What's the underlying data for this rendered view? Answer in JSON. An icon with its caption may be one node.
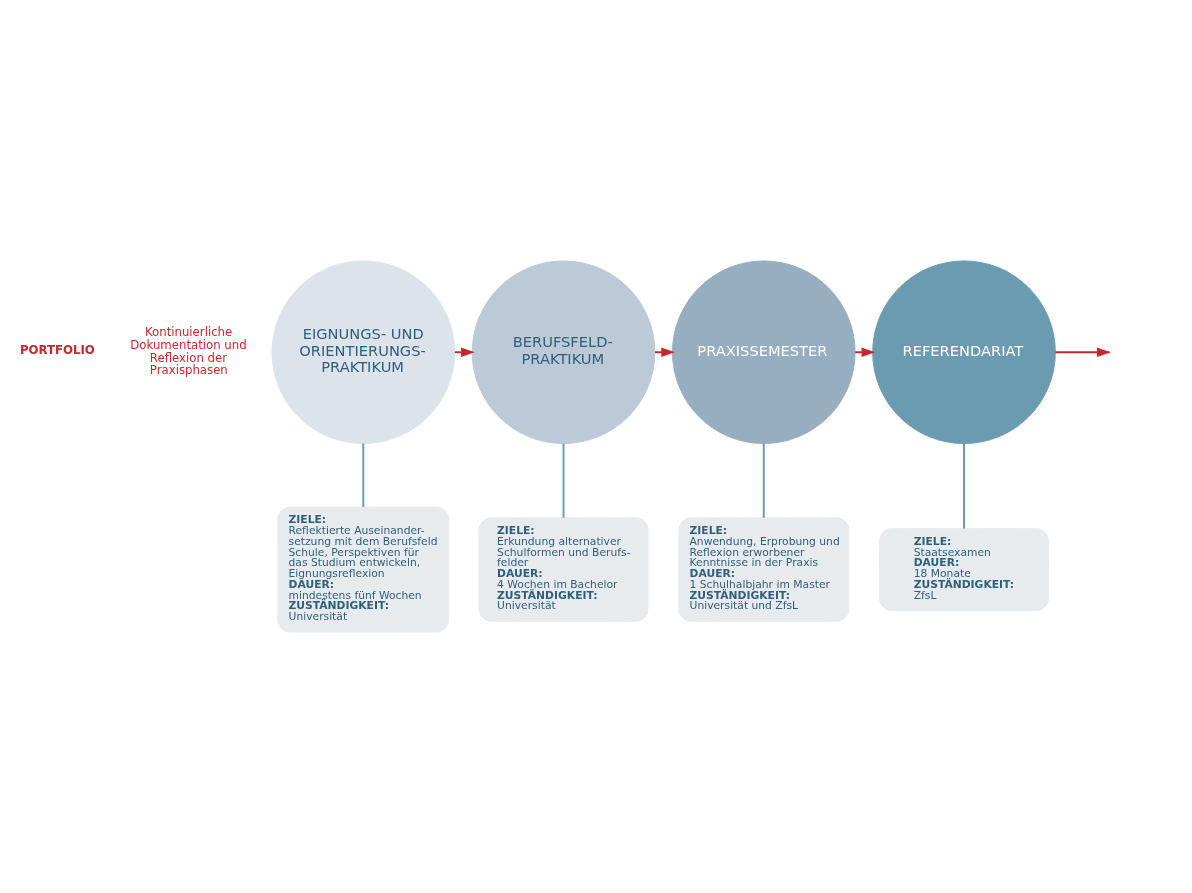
{
  "diagram": {
    "nodes": [
      {
        "text": [
          "EIGNUNGS- UND ORIENTIERUNGS- PRAKTIKUM"
        ]
      },
      {
        "text": [
          "BERUFSFELD- PRAKTIKUM"
        ]
      },
      {
        "text": [
          "PRAXISSEMESTER"
        ]
      },
      {
        "text": [
          "REFERENDARIAT"
        ]
      },
      {
        "text": [
          "ZIELE:",
          "Reflektierte Auseinander- setzung mit dem Berufsfeld Schule, Perspektiven für das Studium entwickeln, Eignungsreflexion",
          "DAUER:",
          "mindestens fünf Wochen",
          "ZUSTÄNDIGKEIT:",
          "Universität"
        ]
      },
      {
        "text": [
          "ZIELE:",
          "Erkundung alternativer Schulformen und Berufs- felder",
          "DAUER:",
          "4 Wochen im Bachelor",
          "ZUSTÄNDIGKEIT:",
          "Universität"
        ]
      },
      {
        "text": [
          "ZIELE:",
          "Anwendung, Erprobung und Reflexion erworbener Kenntnisse in der Praxis",
          "DAUER:",
          "1 Schulhalbjahr im Master",
          "ZUSTÄNDIGKEIT:",
          "Universität und ZfsL"
        ]
      },
      {
        "text": [
          "ZIELE:",
          "Staatsexamen",
          "DAUER:",
          "18 Monate",
          "ZUSTÄNDIGKEIT:",
          "ZfsL"
        ]
      }
    ],
    "edges": [
      {
        "from": 0,
        "to": 4,
        "arrow": "none"
      },
      {
        "from": 1,
        "to": 5,
        "arrow": "none"
      },
      {
        "from": 2,
        "to": 6,
        "arrow": "none"
      },
      {
        "from": 3,
        "to": 7,
        "arrow": "none"
      },
      {
        "from": 0,
        "to": 1,
        "arrow": "to",
        "color": "#c8282d"
      },
      {
        "from": 1,
        "to": 2,
        "arrow": "to",
        "color": "#c8282d"
      },
      {
        "from": 2,
        "to": 3,
        "arrow": "to",
        "color": "#c8282d"
      },
      {
        "from": 3,
        "to": null,
        "arrow": "to",
        "color": "#c8282d"
      }
    ],
    "labels": [
      "PORTFOLIO",
      "Kontinuierliche Dokumentation und Reflexion der Praxisphasen"
    ]
  }
}
